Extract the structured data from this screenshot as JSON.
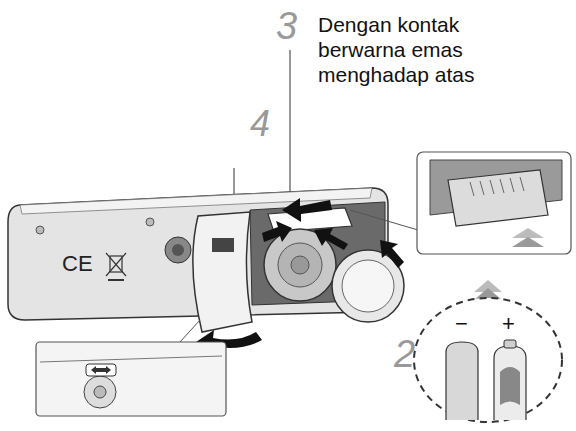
{
  "diagram": {
    "labels": [
      "3",
      "Dengan kontak berwarna emas menghadap atas",
      "4",
      "CE",
      "2",
      "−",
      "+"
    ]
  }
}
